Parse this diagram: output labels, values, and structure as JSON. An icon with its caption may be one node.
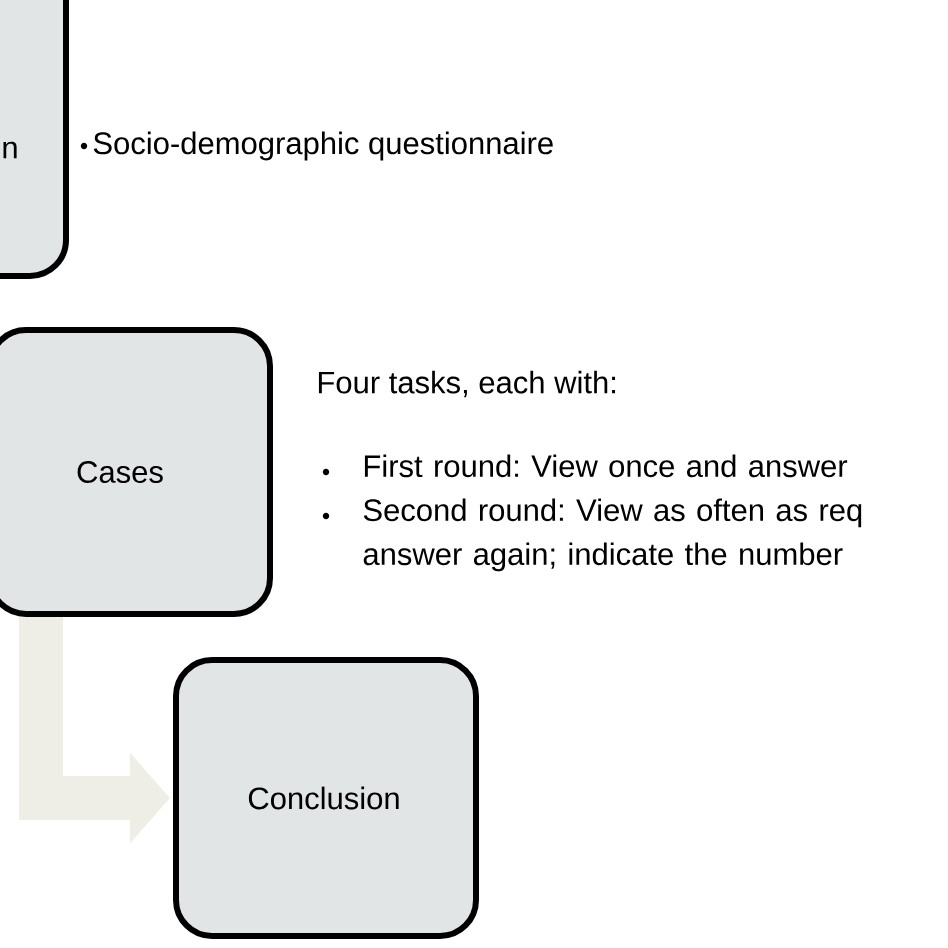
{
  "diagram": {
    "nodes": [
      {
        "text": [
          "n"
        ],
        "beside": [
          "Socio-demographic questionnaire"
        ]
      },
      {
        "text": [
          "Cases"
        ],
        "beside": [
          "Four tasks, each with:",
          "First round: View once and answer",
          "Second round: View as often as req answer again; indicate the number"
        ]
      },
      {
        "text": [
          "Conclusion"
        ]
      }
    ],
    "edges": [
      {
        "from": 1,
        "to": 2,
        "arrow": "to"
      }
    ]
  }
}
